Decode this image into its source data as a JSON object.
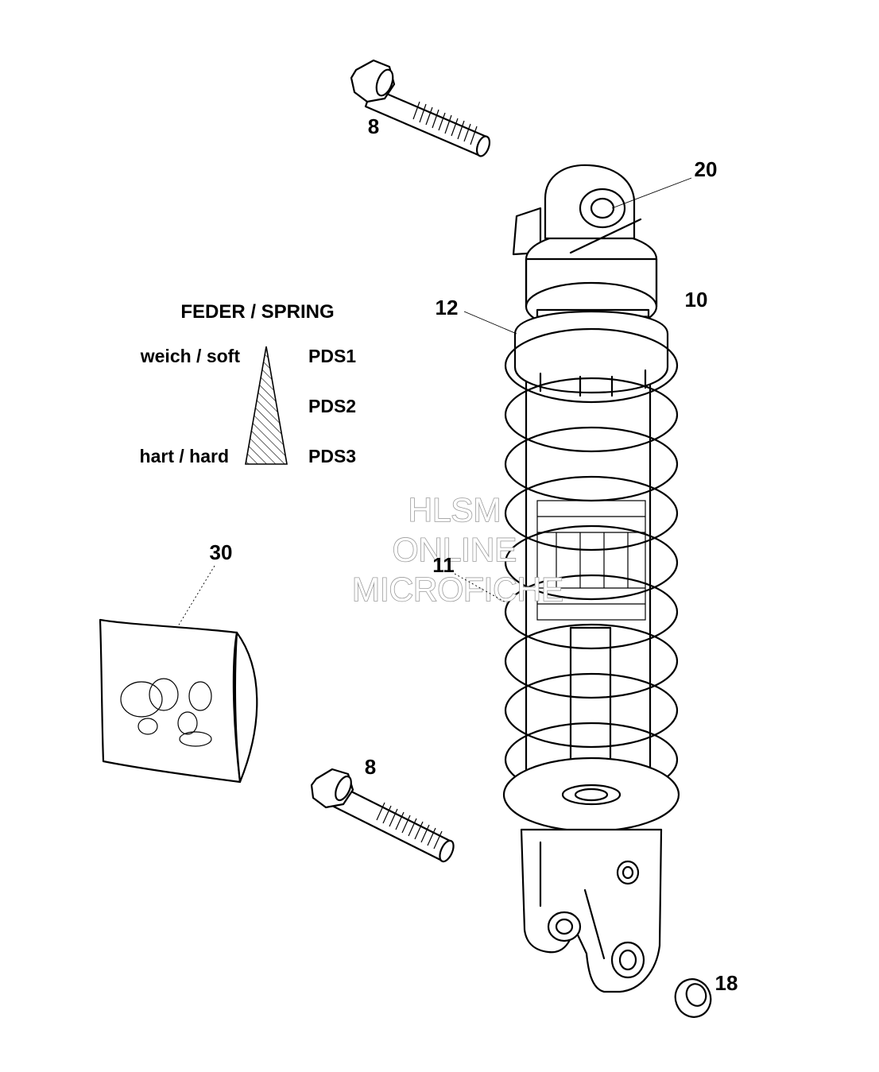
{
  "legend": {
    "title": "FEDER / SPRING",
    "soft_label": "weich / soft",
    "hard_label": "hart / hard",
    "grades": [
      "PDS1",
      "PDS2",
      "PDS3"
    ]
  },
  "callouts": {
    "bolt_top": "8",
    "bolt_bottom": "8",
    "shock_absorber": "10",
    "spring": "11",
    "adjuster_ring": "12",
    "pivot_bushing": "20",
    "bottom_bushing": "18",
    "sticker": "30"
  },
  "watermark": {
    "line1": "HLSM",
    "line2": "ONLINE",
    "line3": "MICROFICHE"
  }
}
